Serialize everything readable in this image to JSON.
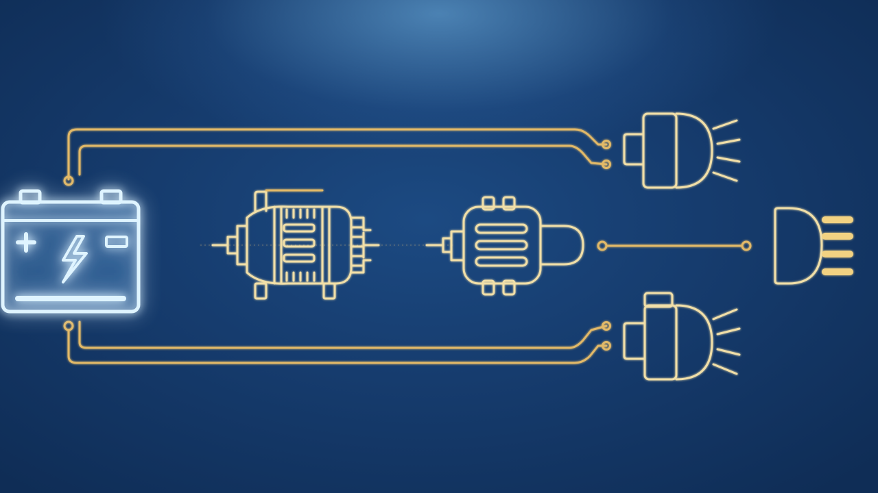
{
  "colors": {
    "background_top": "#2e6fae",
    "background_bottom": "#0f2d56",
    "wire_gold": "#e2b968",
    "component_outline": "#f1dfa8",
    "battery_glow": "#dff4ff",
    "bar_fill": "#f2d282"
  },
  "components": [
    {
      "id": "battery",
      "icon": "battery-icon",
      "marks": [
        "plus-sign",
        "lightning-bolt",
        "minus-sign"
      ]
    },
    {
      "id": "alternator",
      "icon": "alternator-icon"
    },
    {
      "id": "starter-motor",
      "icon": "starter-motor-icon"
    },
    {
      "id": "headlight-top",
      "icon": "headlight-icon"
    },
    {
      "id": "headlight-middle",
      "icon": "low-beam-headlight-icon"
    },
    {
      "id": "headlight-bottom",
      "icon": "headlight-icon"
    }
  ]
}
